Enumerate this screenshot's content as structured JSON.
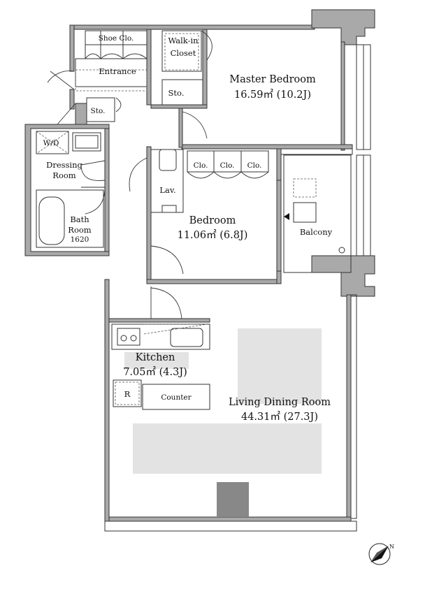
{
  "rooms": {
    "shoe_clo": "Shoe Clo.",
    "walk_in_1": "Walk-in",
    "walk_in_2": "Closet",
    "entrance": "Entrance",
    "sto_1": "Sto.",
    "sto_2": "Sto.",
    "master_bedroom": "Master Bedroom",
    "master_bedroom_area": "16.59㎡ (10.2J)",
    "wd": "W/D",
    "dressing_1": "Dressing",
    "dressing_2": "Room",
    "bath_1": "Bath",
    "bath_2": "Room",
    "bath_size": "1620",
    "lav": "Lav.",
    "clo_1": "Clo.",
    "clo_2": "Clo.",
    "clo_3": "Clo.",
    "bedroom": "Bedroom",
    "bedroom_area": "11.06㎡ (6.8J)",
    "balcony": "Balcony",
    "kitchen": "Kitchen",
    "kitchen_area": "7.05㎡ (4.3J)",
    "fridge": "R",
    "counter": "Counter",
    "living": "Living Dining Room",
    "living_area": "44.31㎡ (27.3J)"
  },
  "compass": {
    "icon": "north-arrow-icon",
    "label": "N"
  },
  "colors": {
    "wall": "#a9a9a9",
    "furniture": "#e3e3e3",
    "line": "#333333"
  }
}
